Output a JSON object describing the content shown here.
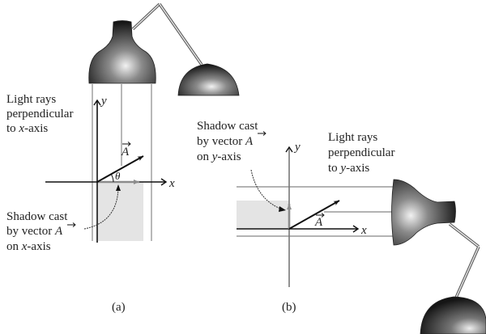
{
  "figure": {
    "panel_a": {
      "caption": "(a)",
      "light_label": [
        "Light rays",
        "perpendicular",
        "to x-axis"
      ],
      "light_label_parts": {
        "line3_prefix": "to ",
        "line3_italic": "x",
        "line3_suffix": "-axis"
      },
      "shadow_label": {
        "line1": "Shadow cast",
        "line2_prefix": "by vector ",
        "vector": "A",
        "line3_prefix": "on ",
        "line3_italic": "x",
        "line3_suffix": "-axis"
      },
      "axis_x": "x",
      "axis_y": "y",
      "vector_label": "A",
      "angle_label": "θ"
    },
    "panel_b": {
      "caption": "(b)",
      "light_label": {
        "line1": "Light rays",
        "line2": "perpendicular",
        "line3_prefix": "to ",
        "line3_italic": "y",
        "line3_suffix": "-axis"
      },
      "shadow_label": {
        "line1": "Shadow cast",
        "line2_prefix": "by vector ",
        "vector": "A",
        "line3_prefix": "on ",
        "line3_italic": "y",
        "line3_suffix": "-axis"
      },
      "axis_x": "x",
      "axis_y": "y",
      "vector_label": "A"
    },
    "colors": {
      "shadow": "#e4e4e4",
      "ray": "#9a9a9a",
      "axis": "#111111",
      "projection": "#8c8c8c",
      "lamp_dark": "#1a1a1a",
      "lamp_light": "#e8e8e8"
    }
  }
}
